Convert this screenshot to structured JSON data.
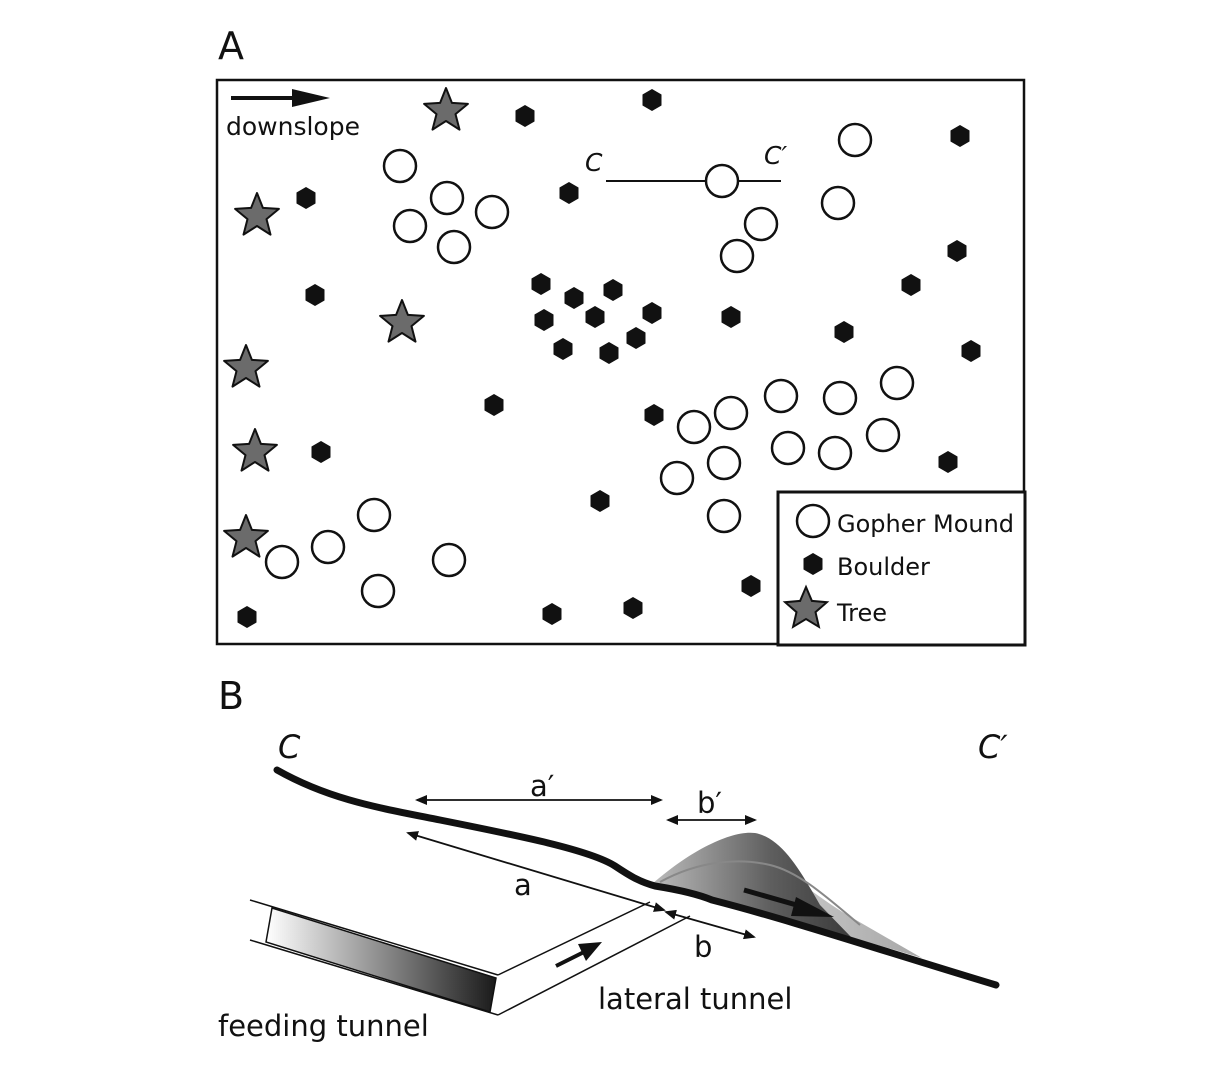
{
  "panel_a": {
    "label": "A",
    "downslope_label": "downslope",
    "transect_start_label": "C",
    "transect_end_label": "C′",
    "legend": {
      "mound_label": "Gopher Mound",
      "boulder_label": "Boulder",
      "tree_label": "Tree"
    }
  },
  "panel_b": {
    "label": "B",
    "transect_start_label": "C",
    "transect_end_label": "C′",
    "dim_a_prime": "a′",
    "dim_a": "a",
    "dim_b_prime": "b′",
    "dim_b": "b",
    "lateral_tunnel_label": "lateral tunnel",
    "feeding_tunnel_label": "feeding tunnel"
  },
  "colors": {
    "ink": "#111111",
    "tree_fill": "#6b6b6b",
    "mound_fill": "#ffffff"
  }
}
